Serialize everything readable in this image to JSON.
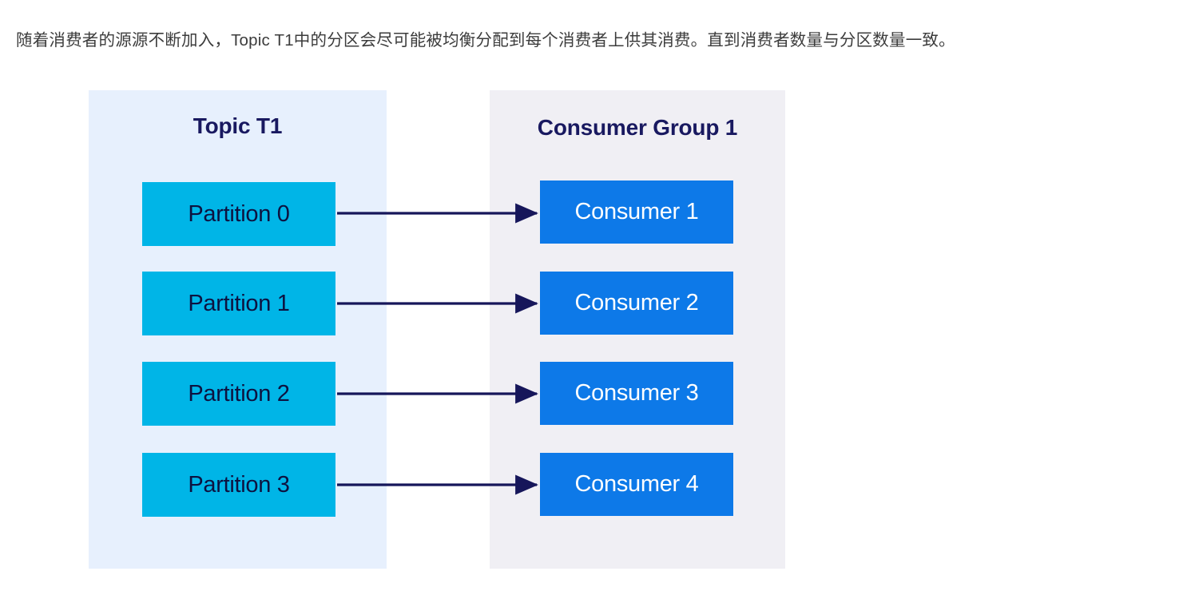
{
  "caption": {
    "text": "随着消费者的源源不断加入，Topic T1中的分区会尽可能被均衡分配到每个消费者上供其消费。直到消费者数量与分区数量一致。"
  },
  "diagram": {
    "type": "flow",
    "topic_panel": {
      "title": "Topic T1",
      "background_color": "#e7f0fd",
      "nodes": [
        {
          "label": "Partition 0",
          "fill": "#00b5e7",
          "text_color": "#0d1240"
        },
        {
          "label": "Partition 1",
          "fill": "#00b5e7",
          "text_color": "#0d1240"
        },
        {
          "label": "Partition 2",
          "fill": "#00b5e7",
          "text_color": "#0d1240"
        },
        {
          "label": "Partition 3",
          "fill": "#00b5e7",
          "text_color": "#0d1240"
        }
      ]
    },
    "group_panel": {
      "title": "Consumer Group 1",
      "background_color": "#f0eff4",
      "nodes": [
        {
          "label": "Consumer 1",
          "fill": "#0d79e8",
          "text_color": "#ffffff"
        },
        {
          "label": "Consumer 2",
          "fill": "#0d79e8",
          "text_color": "#ffffff"
        },
        {
          "label": "Consumer 3",
          "fill": "#0d79e8",
          "text_color": "#ffffff"
        },
        {
          "label": "Consumer 4",
          "fill": "#0d79e8",
          "text_color": "#ffffff"
        }
      ]
    },
    "connections": [
      {
        "from": "Partition 0",
        "to": "Consumer 1"
      },
      {
        "from": "Partition 1",
        "to": "Consumer 2"
      },
      {
        "from": "Partition 2",
        "to": "Consumer 3"
      },
      {
        "from": "Partition 3",
        "to": "Consumer 4"
      }
    ],
    "arrow_color": "#16165a",
    "title_color": "#191960"
  }
}
